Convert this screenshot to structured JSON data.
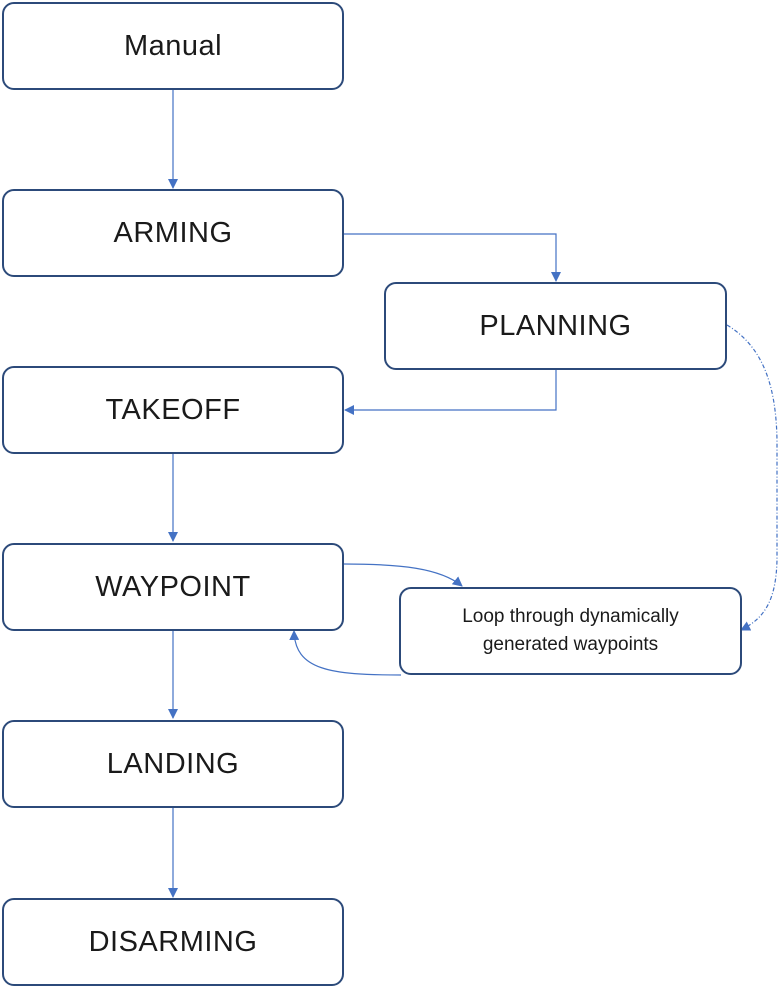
{
  "states": {
    "manual": "Manual",
    "arming": "ARMING",
    "planning": "PLANNING",
    "takeoff": "TAKEOFF",
    "waypoint": "WAYPOINT",
    "loop_line1": "Loop through dynamically",
    "loop_line2": "generated waypoints",
    "landing": "LANDING",
    "disarming": "DISARMING"
  },
  "colors": {
    "arrow": "#4472c4",
    "box_border": "#2c4a7a"
  }
}
